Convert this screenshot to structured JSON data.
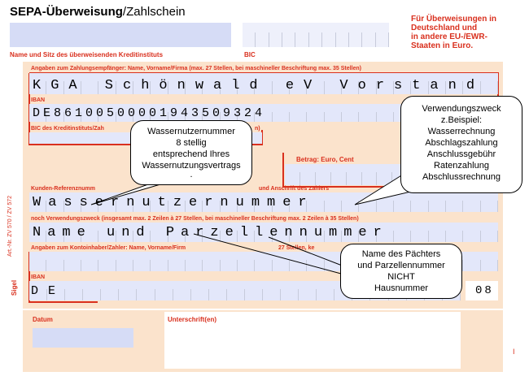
{
  "header": {
    "title_bold": "SEPA-Überweisung",
    "title_rest": "/Zahlschein",
    "bank_label": "Name und Sitz des überweisenden Kreditinstituts",
    "bic_label": "BIC",
    "note": [
      "Für Überweisungen in",
      "Deutschland und",
      "in andere EU-/EWR-",
      "Staaten in Euro."
    ]
  },
  "form": {
    "recipient_label": "Angaben zum Zahlungsempfänger: Name, Vorname/Firma (max. 27 Stellen, bei maschineller Beschriftung max. 35 Stellen)",
    "recipient_value": "KGA Schönwald eV Vorstand",
    "iban_label": "IBAN",
    "iban_value": "DE86100500001943509324",
    "bic_label": "BIC des Kreditinstituts/Zah",
    "bic_label_tail": "n)",
    "amount_label": "Betrag: Euro, Cent",
    "reference_label": "Kunden-Referenznumm",
    "reference_label_tail": "und Anschrift des Zahlers",
    "reference_value": "Wassernutzernummer",
    "purpose_label": "noch Verwendungszweck (insgesamt max. 2 Zeilen à 27 Stellen, bei maschineller Beschriftung max. 2 Zeilen à 35 Stellen)",
    "purpose_value": "Name und Parzellennummer",
    "payer_label": "Angaben zum Kontoinhaber/Zahler: Name, Vorname/Firm",
    "payer_label_tail": "27 Stellen, ke",
    "payer_iban_label": "IBAN",
    "payer_iban_value": "DE",
    "code_value": "08",
    "side_code": "Art.-Nr. ZV 570 / ZV 572",
    "side_tag": "Sigel",
    "date_label": "Datum",
    "signature_label": "Unterschrift(en)",
    "corner_mark": "I"
  },
  "callouts": {
    "water": [
      "Wassernutzernummer",
      "8 stellig",
      "entsprechend Ihres",
      "Wassernutzungsvertrags",
      "."
    ],
    "purpose": [
      "Verwendungszweck",
      "z.Beispiel:",
      "Wasserrechnung",
      "Abschlagszahlung",
      "Anschlussgebühr",
      "Ratenzahlung",
      "Abschlussrechnung"
    ],
    "name": [
      "Name des Pächters",
      "und Parzellennummer",
      "NICHT",
      "Hausnummer"
    ]
  },
  "colors": {
    "form_red": "#d9301e",
    "form_orange": "#fbe3cc",
    "field_blue": "#d6dcf6"
  }
}
